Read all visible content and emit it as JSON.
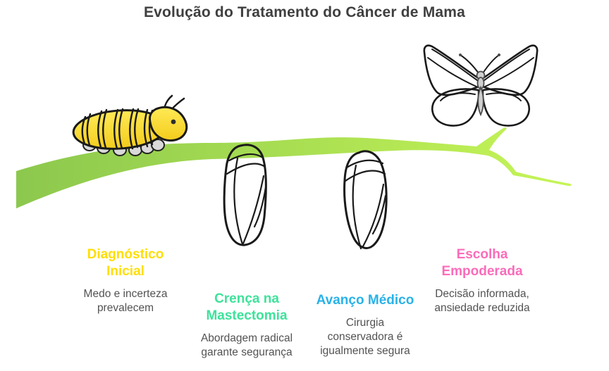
{
  "header": {
    "title": "Evolução do Tratamento do Câncer de Mama",
    "color": "#3F3F3F"
  },
  "subtitle_color": "#525252",
  "stages": [
    {
      "title": "Diagnóstico Inicial",
      "subtitle": "Medo e incerteza prevalecem",
      "color": "#FFDE00",
      "icon": "caterpillar-icon"
    },
    {
      "title": "Crença na Mastectomia",
      "subtitle": "Abordagem radical garante segurança",
      "color": "#3EE29A",
      "icon": "chrysalis-green-icon"
    },
    {
      "title": "Avanço Médico",
      "subtitle": "Cirurgia conservadora é igualmente segura",
      "color": "#29B2E8",
      "icon": "chrysalis-blue-icon"
    },
    {
      "title": "Escolha Empoderada",
      "subtitle": "Decisão informada, ansiedade reduzida",
      "color": "#FB6CB9",
      "icon": "butterfly-icon"
    }
  ],
  "illustration": {
    "branch_left": "#8CC84E",
    "branch_right": "#C6F557",
    "caterpillar_light": "#FFEA56",
    "caterpillar_dark": "#F3CC1C",
    "chrysalis_green_top": "#8FF3C1",
    "chrysalis_green_bottom": "#2BD98D",
    "chrysalis_blue_top": "#96E1FB",
    "chrysalis_blue_bottom": "#25AEEB",
    "butterfly_light": "#F598D1",
    "butterfly_dark": "#EE70C1",
    "insect_body": "#D0D0D0",
    "outline": "#1A1A1A"
  }
}
